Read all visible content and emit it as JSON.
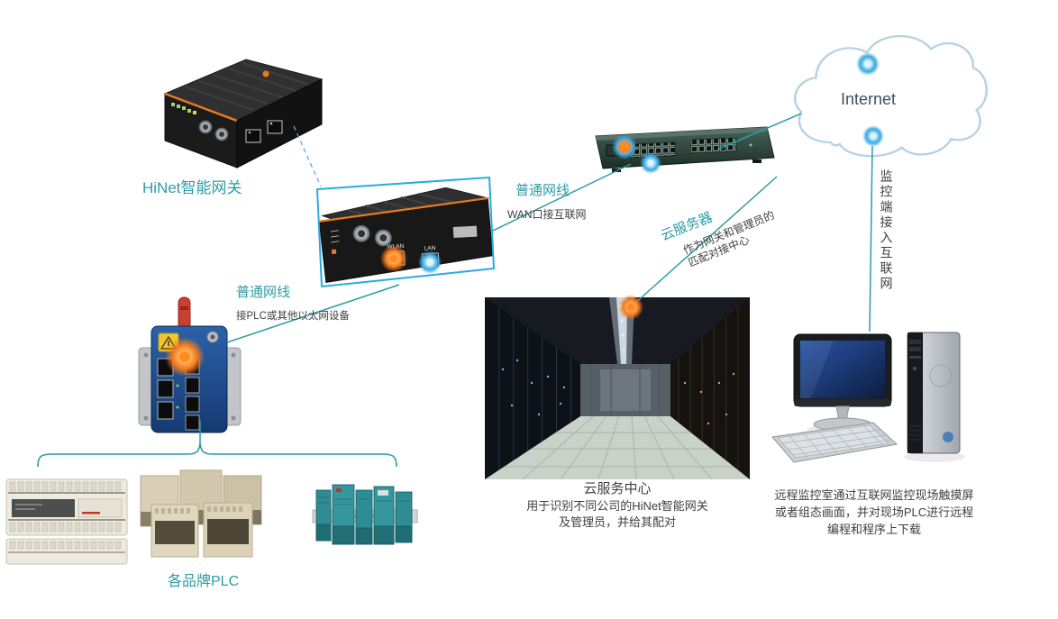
{
  "colors": {
    "accent_teal": "#2E9BA6",
    "dark_text": "#3F3F3F",
    "selection_blue": "#29ABE2",
    "orange_glow": "#F47B20",
    "blue_glow": "#39A8E0",
    "cloud_stroke": "#B7D3E3",
    "device_orange": "#E87A1E"
  },
  "labels": {
    "gateway_title": "HiNet智能网关",
    "cable_top": {
      "title": "普通网线",
      "subtitle": "WAN口接互联网"
    },
    "cable_left": {
      "title": "普通网线",
      "subtitle": "接PLC或其他以太网设备"
    },
    "internet": "Internet",
    "cloud_server": {
      "title": "云服务器",
      "line1": "作为网关和管理员的",
      "line2": "匹配对接中心"
    },
    "monitor_access": "监控端接入互联网",
    "datacenter": {
      "title": "云服务中心",
      "line1": "用于识别不同公司的HiNet智能网关",
      "line2": "及管理员，并给其配对"
    },
    "plc_title": "各品牌PLC",
    "remote": {
      "line1": "远程监控室通过互联网监控现场触摸屏",
      "line2": "或者组态画面，并对现场PLC进行远程",
      "line3": "编程和程序上下载"
    }
  },
  "devices": {
    "gateway_center": {
      "wlan": "WLAN",
      "lan": "LAN"
    }
  }
}
